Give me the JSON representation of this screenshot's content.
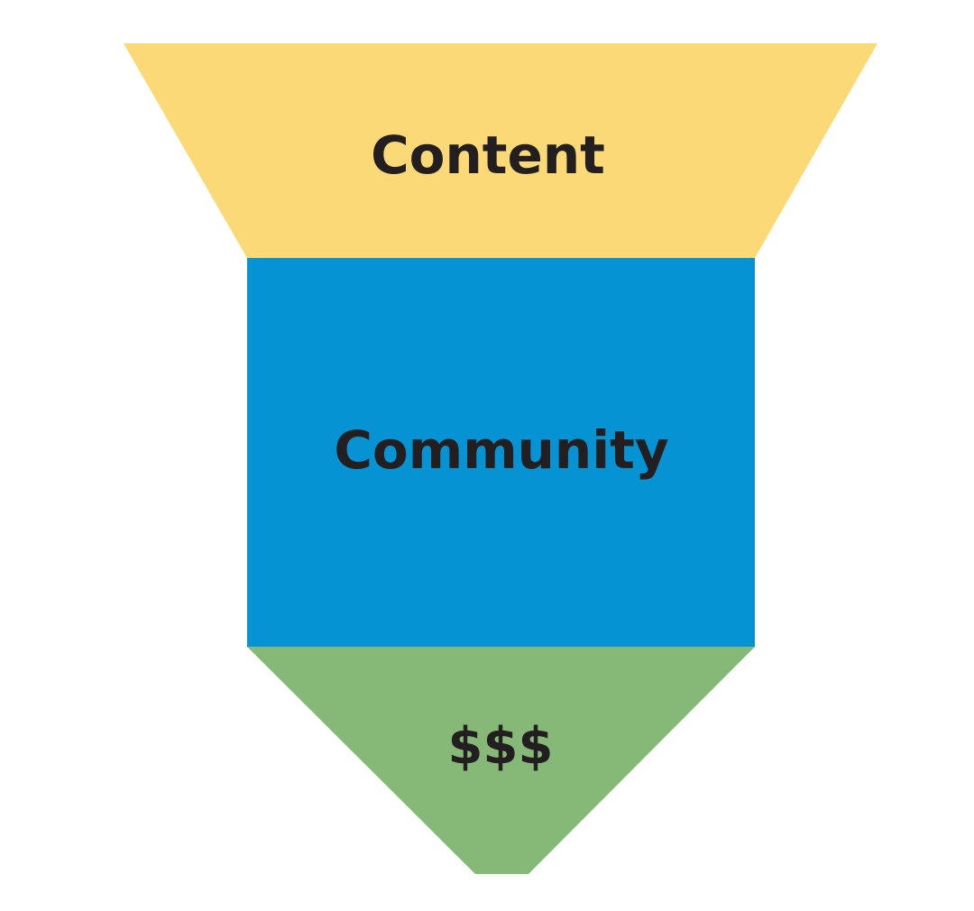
{
  "funnel": {
    "stages": [
      {
        "id": "content",
        "label": "Content",
        "color": "#fcd977"
      },
      {
        "id": "community",
        "label": "Community",
        "color": "#0693d4"
      },
      {
        "id": "money",
        "label": "$$$",
        "color": "#86b878"
      }
    ],
    "text_color": "#231f20",
    "background": "#ffffff"
  }
}
